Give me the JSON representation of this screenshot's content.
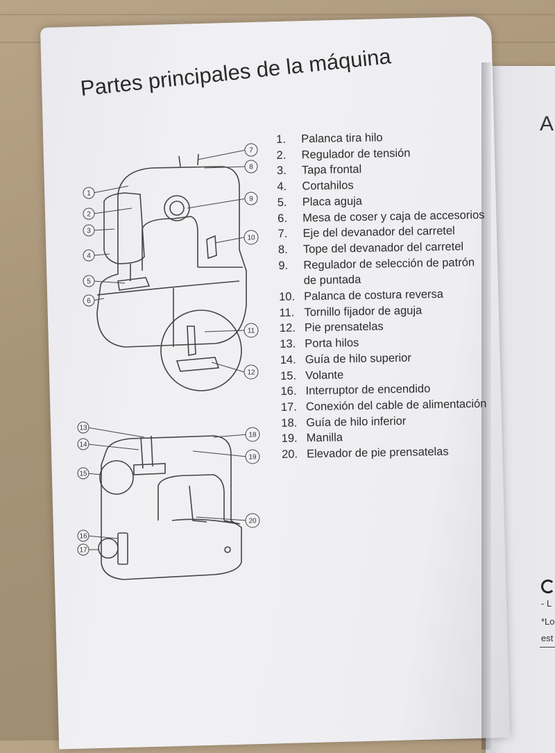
{
  "page": {
    "title": "Partes principales de la máquina"
  },
  "parts": [
    {
      "num": "1.",
      "label": "Palanca tira hilo"
    },
    {
      "num": "2.",
      "label": "Regulador de tensión"
    },
    {
      "num": "3.",
      "label": "Tapa frontal"
    },
    {
      "num": "4.",
      "label": "Cortahilos"
    },
    {
      "num": "5.",
      "label": "Placa aguja"
    },
    {
      "num": "6.",
      "label": "Mesa de coser y caja de accesorios"
    },
    {
      "num": "7.",
      "label": "Eje del devanador del carretel"
    },
    {
      "num": "8.",
      "label": "Tope del devanador del carretel"
    },
    {
      "num": "9.",
      "label": "Regulador de selección de patrón de puntada"
    },
    {
      "num": "10.",
      "label": "Palanca de costura reversa"
    },
    {
      "num": "11.",
      "label": "Tornillo fijador de aguja"
    },
    {
      "num": "12.",
      "label": "Pie prensatelas"
    },
    {
      "num": "13.",
      "label": "Porta hilos"
    },
    {
      "num": "14.",
      "label": "Guía de hilo superior"
    },
    {
      "num": "15.",
      "label": "Volante"
    },
    {
      "num": "16.",
      "label": "Interruptor de encendido"
    },
    {
      "num": "17.",
      "label": "Conexión del cable de alimentación"
    },
    {
      "num": "18.",
      "label": "Guía de hilo inferior"
    },
    {
      "num": "19.",
      "label": "Manilla"
    },
    {
      "num": "20.",
      "label": "Elevador de pie prensatelas"
    }
  ],
  "callouts_front": [
    "1",
    "2",
    "3",
    "4",
    "5",
    "6",
    "7",
    "8",
    "9",
    "10",
    "11",
    "12"
  ],
  "callouts_back": [
    "13",
    "14",
    "15",
    "16",
    "17",
    "18",
    "19",
    "20"
  ],
  "right_page": {
    "heading_fragment": "A",
    "line1": "- L",
    "line2": "*Lo",
    "line3": "est"
  }
}
